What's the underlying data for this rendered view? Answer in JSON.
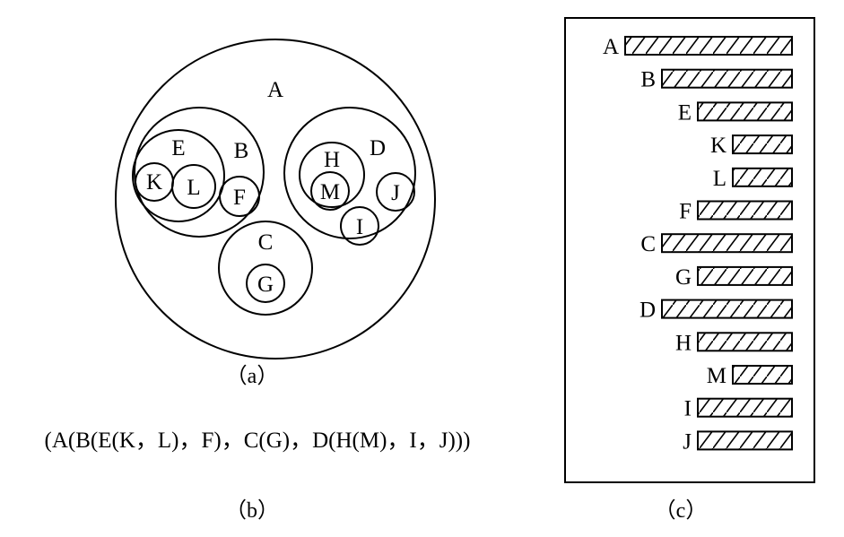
{
  "diagram_a": {
    "caption": "（a）",
    "labels": {
      "A": "A",
      "B": "B",
      "C": "C",
      "D": "D",
      "E": "E",
      "F": "F",
      "G": "G",
      "H": "H",
      "I": "I",
      "J": "J",
      "K": "K",
      "L": "L",
      "M": "M"
    }
  },
  "diagram_b": {
    "expression": "(A(B(E(K，L)，F)，C(G)，D(H(M)，I，J)))",
    "caption": "（b）"
  },
  "diagram_c": {
    "caption": "（c）",
    "rows": [
      {
        "label": "A",
        "level": 0
      },
      {
        "label": "B",
        "level": 1
      },
      {
        "label": "E",
        "level": 2
      },
      {
        "label": "K",
        "level": 3
      },
      {
        "label": "L",
        "level": 3
      },
      {
        "label": "F",
        "level": 2
      },
      {
        "label": "C",
        "level": 1
      },
      {
        "label": "G",
        "level": 2
      },
      {
        "label": "D",
        "level": 1
      },
      {
        "label": "H",
        "level": 2
      },
      {
        "label": "M",
        "level": 3
      },
      {
        "label": "I",
        "level": 2
      },
      {
        "label": "J",
        "level": 2
      }
    ]
  }
}
